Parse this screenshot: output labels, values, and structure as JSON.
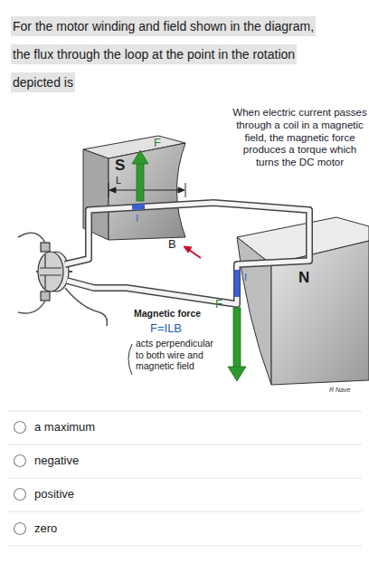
{
  "diagram": {
    "title": "For the motor winding and field shown in the diagram, the flux through the loop at the point in the rotation depicted is",
    "labels": [
      "When electric current passes through a coil in a magnetic field, the magnetic force produces a torque which turns the DC motor",
      "S",
      "F",
      "L",
      "I",
      "B",
      "N",
      "I",
      "F",
      "Magnetic force",
      "F=ILB",
      "acts perpendicular to both wire and magnetic field",
      "R Nave",
      "a maximum",
      "negative",
      "positive",
      "zero"
    ]
  }
}
